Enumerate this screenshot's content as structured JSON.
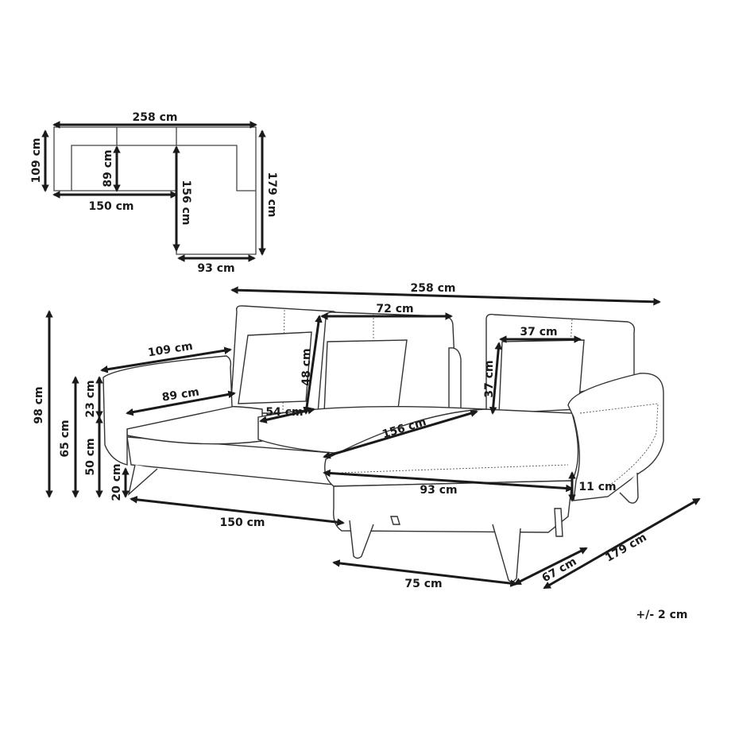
{
  "plan": {
    "labels": [
      "258 cm",
      "109 cm",
      "89 cm",
      "150 cm",
      "156 cm",
      "179 cm",
      "93 cm"
    ]
  },
  "main": {
    "labels": [
      "258 cm",
      "72 cm",
      "37 cm",
      "109 cm",
      "48 cm",
      "37 cm",
      "98 cm",
      "65 cm",
      "23 cm",
      "89 cm",
      "54 cm",
      "156 cm",
      "50 cm",
      "20 cm",
      "93 cm",
      "11 cm",
      "150 cm",
      "179 cm",
      "67 cm",
      "75 cm"
    ]
  },
  "tolerance": "+/- 2 cm",
  "colors": {
    "line": "#1a1a1a",
    "background": "#ffffff"
  }
}
